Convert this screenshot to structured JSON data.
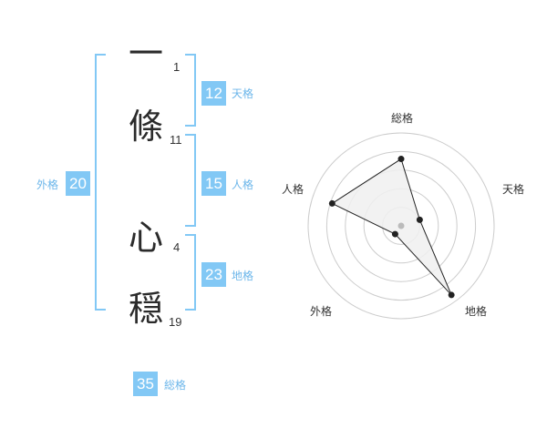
{
  "name_chars": [
    {
      "char": "一",
      "strokes": "1"
    },
    {
      "char": "條",
      "strokes": "11"
    },
    {
      "char": "心",
      "strokes": "4"
    },
    {
      "char": "穏",
      "strokes": "19"
    }
  ],
  "fortunes": {
    "tenkaku": {
      "value": "12",
      "label": "天格"
    },
    "jinkaku": {
      "value": "15",
      "label": "人格"
    },
    "chikaku": {
      "value": "23",
      "label": "地格"
    },
    "gaikaku": {
      "value": "20",
      "label": "外格"
    },
    "soukaku": {
      "value": "35",
      "label": "総格"
    }
  },
  "chart_data": {
    "type": "radar",
    "axes": [
      "総格",
      "天格",
      "地格",
      "外格",
      "人格"
    ],
    "values": [
      0.72,
      0.21,
      0.92,
      0.11,
      0.78
    ],
    "rings": 5,
    "colors": {
      "fill": "#f0f0f0",
      "line": "#222222",
      "grid": "#cccccc",
      "point": "#222222",
      "center": "#bbbbbb"
    }
  },
  "colors": {
    "accent": "#82c8f5",
    "accent_text": "#6cb6ea",
    "text": "#2b2b2b"
  }
}
